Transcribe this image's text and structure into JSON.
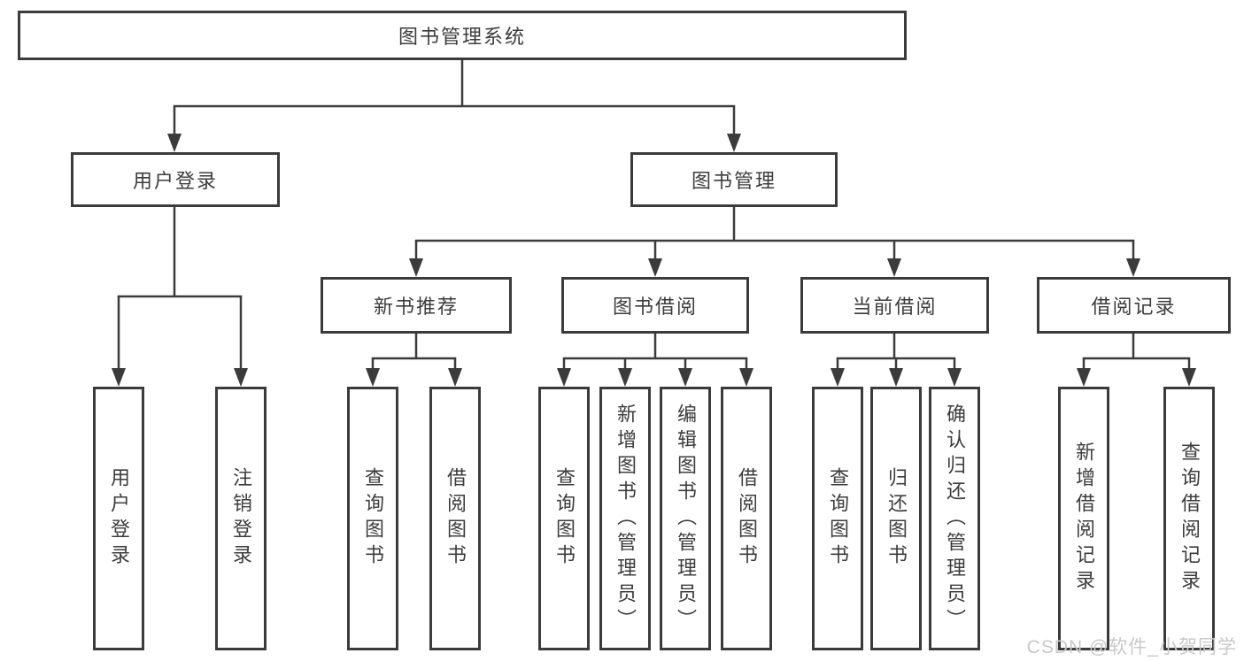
{
  "title": "图书管理系统",
  "tree": {
    "label": "图书管理系统",
    "children": [
      {
        "label": "用户登录",
        "children": [
          {
            "label": "用户登录"
          },
          {
            "label": "注销登录"
          }
        ]
      },
      {
        "label": "图书管理",
        "children": [
          {
            "label": "新书推荐",
            "children": [
              {
                "label": "查询图书"
              },
              {
                "label": "借阅图书"
              }
            ]
          },
          {
            "label": "图书借阅",
            "children": [
              {
                "label": "查询图书"
              },
              {
                "label": "新增图书（管理员）"
              },
              {
                "label": "编辑图书（管理员）"
              },
              {
                "label": "借阅图书"
              }
            ]
          },
          {
            "label": "当前借阅",
            "children": [
              {
                "label": "查询图书"
              },
              {
                "label": "归还图书"
              },
              {
                "label": "确认归还（管理员）"
              }
            ]
          },
          {
            "label": "借阅记录",
            "children": [
              {
                "label": "新增借阅记录"
              },
              {
                "label": "查询借阅记录"
              }
            ]
          }
        ]
      }
    ]
  },
  "watermark": {
    "text": "CSDN @软件_小贺同学"
  },
  "colors": {
    "background": "#ffffff",
    "line": "#3b3b3b",
    "box_border": "#3b3b3b",
    "text": "#3c3c3c",
    "watermark": "#c9c9c9"
  }
}
